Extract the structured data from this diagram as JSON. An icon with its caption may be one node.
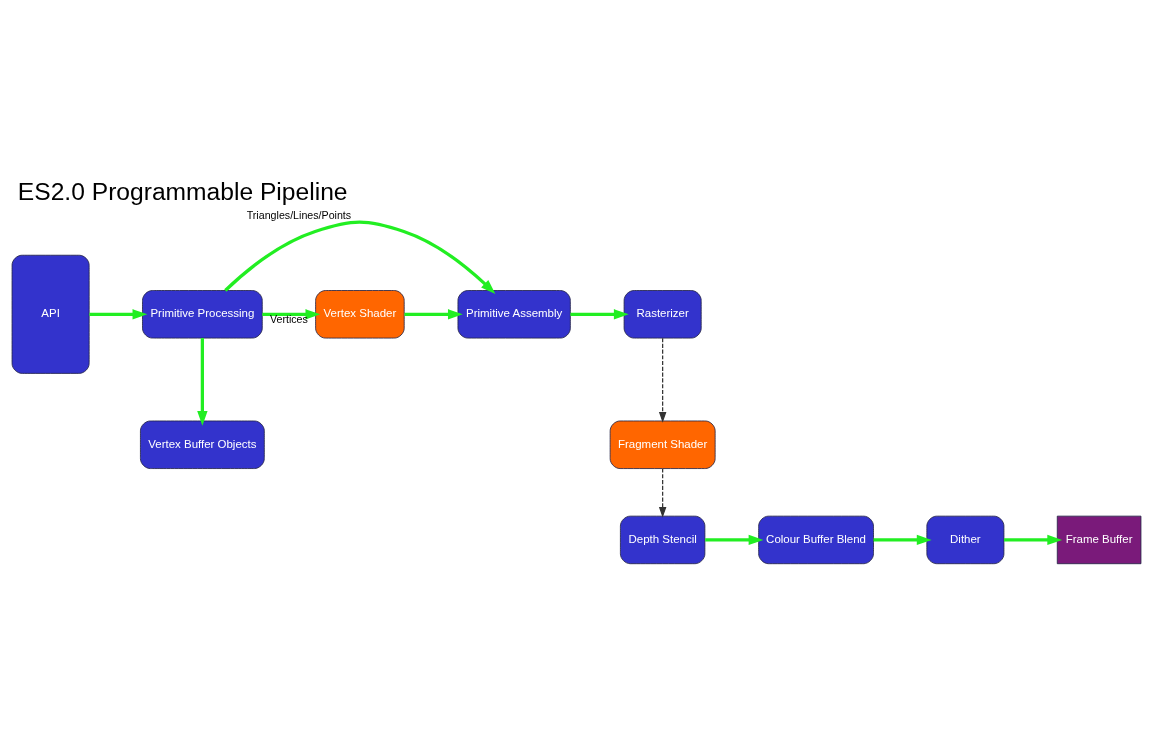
{
  "diagram": {
    "title": "ES2.0 Programmable Pipeline",
    "nodes": [
      {
        "text": [
          "API"
        ]
      },
      {
        "text": [
          "Primitive Processing"
        ]
      },
      {
        "text": [
          "Vertex Buffer Objects"
        ]
      },
      {
        "text": [
          "Vertex Shader"
        ]
      },
      {
        "text": [
          "Primitive Assembly"
        ]
      },
      {
        "text": [
          "Rasterizer"
        ]
      },
      {
        "text": [
          "Fragment Shader"
        ]
      },
      {
        "text": [
          "Depth Stencil"
        ]
      },
      {
        "text": [
          "Colour Buffer Blend"
        ]
      },
      {
        "text": [
          "Dither"
        ]
      },
      {
        "text": [
          "Frame Buffer"
        ]
      }
    ],
    "edges": [
      {
        "from": 0,
        "to": 1,
        "arrow": "to"
      },
      {
        "from": 1,
        "to": 3,
        "arrow": "to",
        "label": "Vertices"
      },
      {
        "from": 1,
        "to": 2,
        "arrow": "to"
      },
      {
        "from": 1,
        "to": 4,
        "arrow": "to",
        "label": "Triangles/Lines/Points"
      },
      {
        "from": 3,
        "to": 4,
        "arrow": "to"
      },
      {
        "from": 4,
        "to": 5,
        "arrow": "to"
      },
      {
        "from": 5,
        "to": 6,
        "arrow": "to",
        "style": "dashed",
        "color": "#333333"
      },
      {
        "from": 6,
        "to": 7,
        "arrow": "to",
        "style": "dashed",
        "color": "#333333"
      },
      {
        "from": 7,
        "to": 8,
        "arrow": "to"
      },
      {
        "from": 8,
        "to": 9,
        "arrow": "to"
      },
      {
        "from": 9,
        "to": 10,
        "arrow": "to"
      }
    ]
  }
}
